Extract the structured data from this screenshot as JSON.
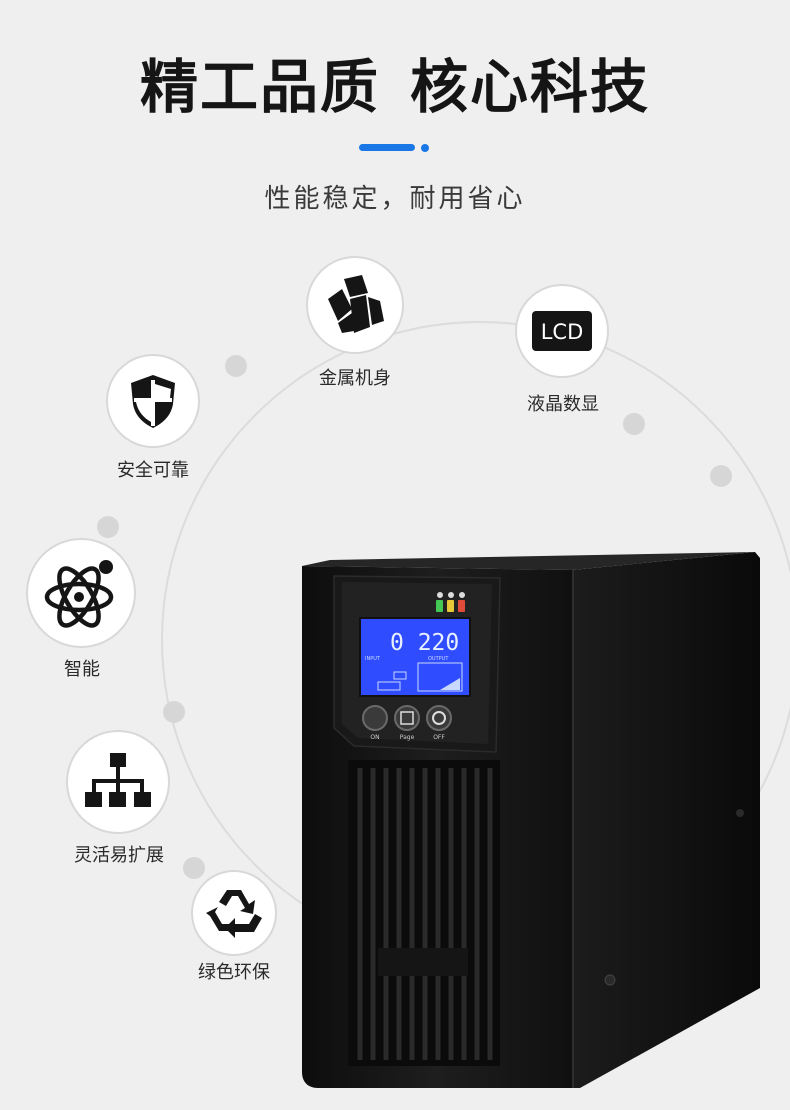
{
  "header": {
    "title_part1": "精工品质",
    "title_part2": "核心科技",
    "subtitle": "性能稳定，耐用省心"
  },
  "features": [
    {
      "label": "金属机身",
      "icon": "metal-crystal-icon"
    },
    {
      "label": "液晶数显",
      "icon": "lcd-icon",
      "badge_text": "LCD"
    },
    {
      "label": "安全可靠",
      "icon": "shield-icon"
    },
    {
      "label": "智能",
      "icon": "atom-icon"
    },
    {
      "label": "灵活易扩展",
      "icon": "network-tree-icon"
    },
    {
      "label": "绿色环保",
      "icon": "recycle-icon"
    }
  ],
  "product": {
    "lcd_top_value": "0 220",
    "lcd_input_label": "INPUT",
    "lcd_output_label": "OUTPUT",
    "buttons": [
      "ON",
      "Page",
      "OFF"
    ]
  },
  "colors": {
    "background": "#efefef",
    "accent": "#1a78e6",
    "lcd_blue": "#2f4dff",
    "device_black": "#141414"
  }
}
